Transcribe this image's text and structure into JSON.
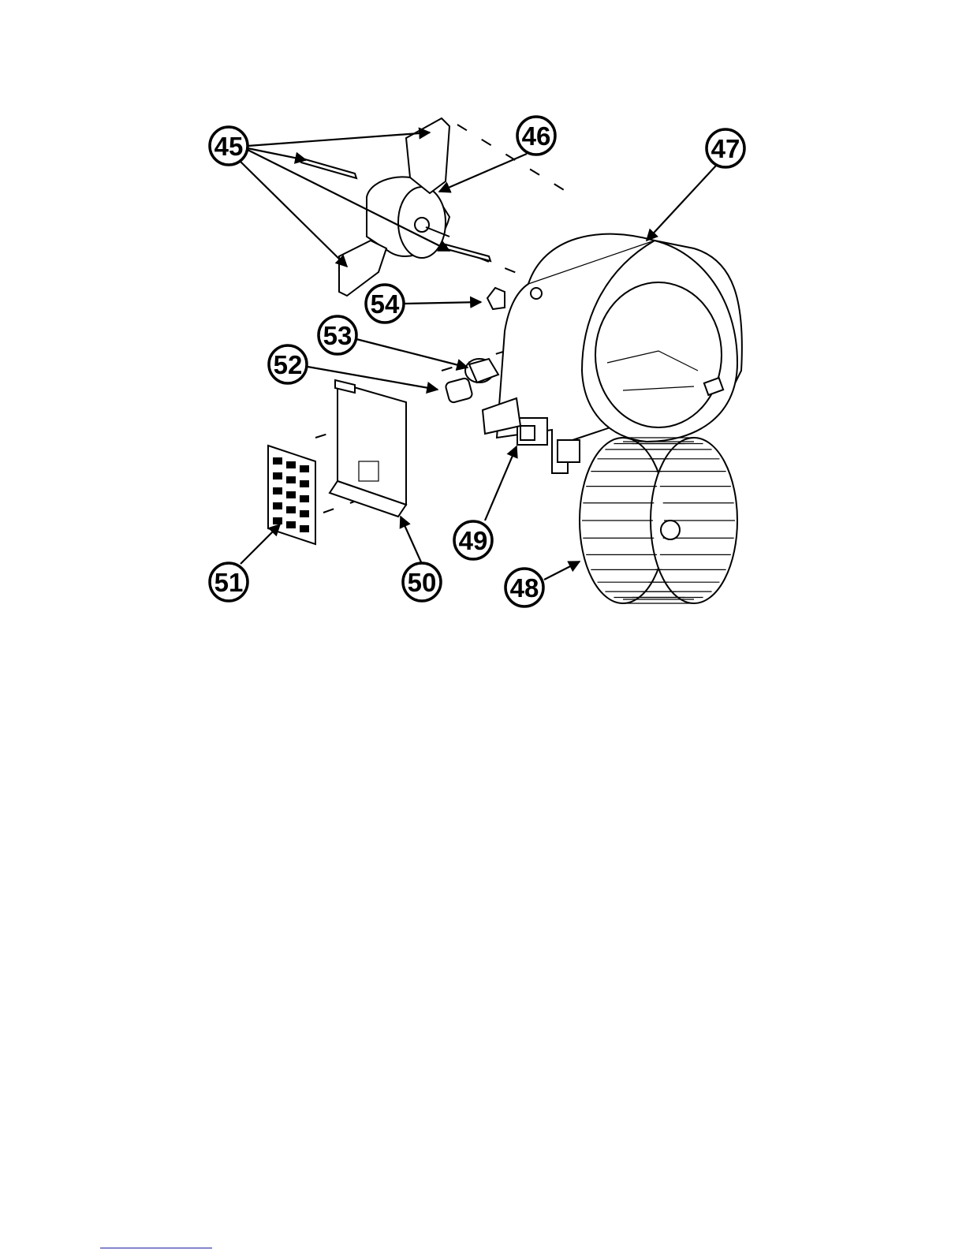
{
  "callouts": [
    {
      "id": "45",
      "label": "45"
    },
    {
      "id": "46",
      "label": "46"
    },
    {
      "id": "47",
      "label": "47"
    },
    {
      "id": "48",
      "label": "48"
    },
    {
      "id": "49",
      "label": "49"
    },
    {
      "id": "50",
      "label": "50"
    },
    {
      "id": "51",
      "label": "51"
    },
    {
      "id": "52",
      "label": "52"
    },
    {
      "id": "53",
      "label": "53"
    },
    {
      "id": "54",
      "label": "54"
    }
  ],
  "colors": {
    "ink": "#000000",
    "paper": "#ffffff",
    "footer_rule": "#1a1aa6"
  }
}
